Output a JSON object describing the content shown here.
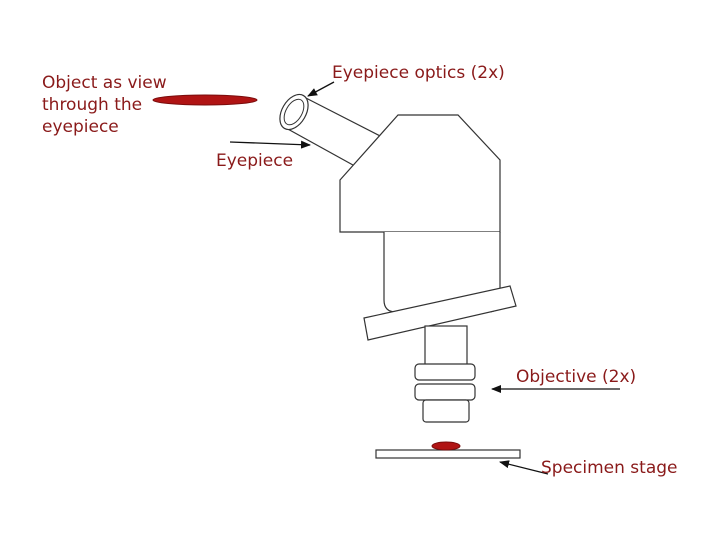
{
  "labels": {
    "object_view": [
      "Object as view",
      "through the",
      "eyepiece"
    ],
    "eyepiece_optics": "Eyepiece optics (2x)",
    "eyepiece": "Eyepiece",
    "objective": "Objective (2x)",
    "specimen_stage": "Specimen stage"
  },
  "colors": {
    "label_red": "#8a1a1a",
    "label_dark": "#1a1a1a",
    "specimen_red": "#b01414",
    "outline": "#333333",
    "arrow": "#111111"
  }
}
